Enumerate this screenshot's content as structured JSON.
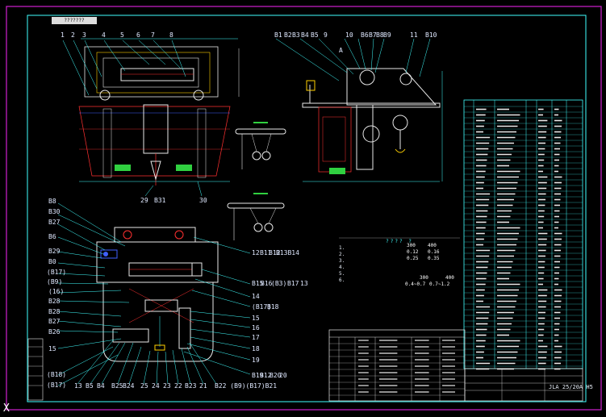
{
  "drawing": {
    "title_strip": "???????",
    "part_no": "JLA 25/20A H5",
    "cursor_glyph": "X"
  },
  "top_labels": [
    "1",
    "2",
    "3",
    "4",
    "5",
    "6",
    "7",
    "8"
  ],
  "side_top_labels": [
    "B1",
    "B2",
    "B3",
    "B4",
    "B5",
    "9",
    "10",
    "B6",
    "B7",
    "B8",
    "B9",
    "11",
    "B10",
    "A"
  ],
  "top_bottom_labels": [
    "29",
    "B31",
    "30"
  ],
  "plan_left_labels": [
    "B8",
    "B30",
    "B27",
    "B6",
    "B29",
    "B0",
    "(B17)",
    "(B9)",
    "(16)",
    "B28",
    "B28",
    "B27",
    "B26",
    "15",
    "(B18)",
    "(B17)"
  ],
  "plan_right_labels": [
    "12",
    "B11",
    "B12",
    "B13B14",
    "B15",
    "B16",
    "(B3)",
    "B17",
    "13",
    "14",
    "(B17)",
    "B18",
    "15",
    "16",
    "17",
    "18",
    "19",
    "B19",
    "B12",
    "B20",
    "20"
  ],
  "plan_bottom_labels": [
    "13",
    "B5",
    "B4",
    "B25",
    "B24",
    "25",
    "24",
    "23",
    "22",
    "B23",
    "21",
    "B22 (B9)(B17)B21"
  ],
  "notes": {
    "heading": "???? ?",
    "lines": [
      "1.",
      "2.",
      "3.",
      "4.",
      "5.",
      "6."
    ],
    "values": [
      "300",
      "400",
      "0.12",
      "0.16",
      "0.25",
      "0.35",
      "300",
      "400",
      "0.4~0.7",
      "0.7~1.2"
    ]
  },
  "colors": {
    "frame": "#d020d0",
    "outline": "#40ffff",
    "geometry": "#e8e8e8",
    "hidden": "#ff3030",
    "accent": "#ffd000",
    "green": "#30d040",
    "blue": "#4060ff"
  }
}
